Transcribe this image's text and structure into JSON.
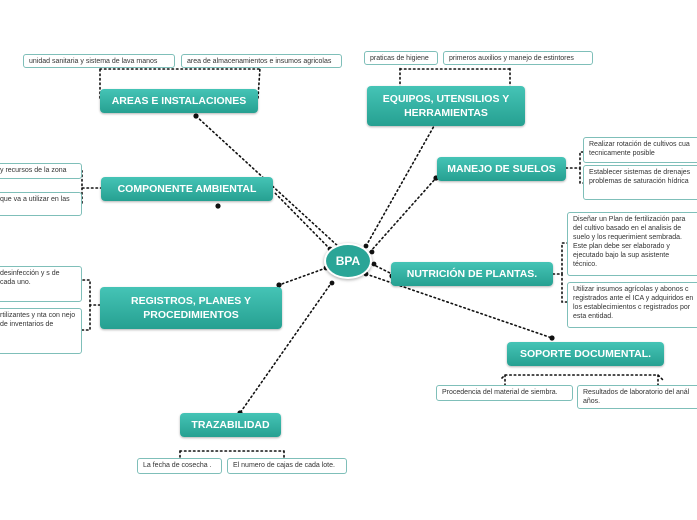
{
  "center": {
    "label": "BPA"
  },
  "topics": {
    "areas": "AREAS E INSTALACIONES",
    "equipos": "EQUIPOS, UTENSILIOS Y HERRAMIENTAS",
    "componente": "COMPONENTE AMBIENTAL",
    "manejo": "MANEJO DE SUELOS",
    "nutricion": "NUTRICIÓN DE PLANTAS.",
    "registros": "REGISTROS, PLANES Y PROCEDIMIENTOS",
    "soporte": "SOPORTE DOCUMENTAL.",
    "trazabilidad": "TRAZABILIDAD"
  },
  "leaves": {
    "areas_1": "unidad sanitaria y sistema de lava manos",
    "areas_2": "area de almacenamientos e insumos agricolas",
    "equipos_1": "praticas de higiene",
    "equipos_2": "primeros auxilios y manejo de estintores",
    "componente_1": "y recursos de la zona",
    "componente_2": "que va a utilizar en las",
    "manejo_1": "Realizar rotación de cultivos cua tecnicamente posible",
    "manejo_2": "Establecer sistemas de drenajes problemas de saturación hídrica",
    "nutricion_1": "Diseñar un Plan de fertilización para del cultivo basado en el analisis de suelo y los requerimient sembrada. Este plan debe ser elaborado y ejecutado bajo la sup asistente técnico.",
    "nutricion_2": "Utilizar insumos agrícolas y abonos c registrados ante el ICA y adquiridos en los establecimientos c registrados por esta entidad.",
    "registros_1": "desinfección y s de cada uno.",
    "registros_2": "rtilizantes y nta con nejo de inventarios de",
    "soporte_1": "Procedencia del material de siembra.",
    "soporte_2": "Resultados de laboratorio del anál años.",
    "traza_1": "La fecha de cosecha .",
    "traza_2": "El numero de cajas de cada lote."
  }
}
